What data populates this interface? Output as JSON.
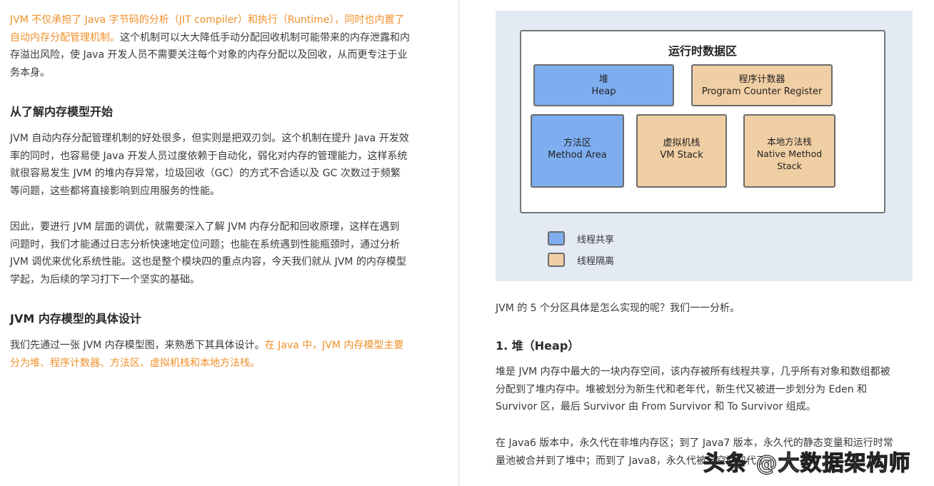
{
  "left": {
    "p1": [
      [
        {
          "t": "JVM 不仅承担了 Java 字节码的分析（JIT compiler）和执行（Runtime），同时也内置了",
          "hl": true
        }
      ],
      [
        {
          "t": "自动内存分配管理机制。",
          "hl": true
        },
        {
          "t": "这个机制可以大大降低手动分配回收机制可能带来的内存泄露和内"
        }
      ],
      [
        {
          "t": "存溢出风险，使 Java 开发人员不需要关注每个对象的内存分配以及回收，从而更专注于业"
        }
      ],
      [
        {
          "t": "务本身。"
        }
      ]
    ],
    "h1": "从了解内存模型开始",
    "p2": [
      [
        {
          "t": "JVM 自动内存分配管理机制的好处很多，但实则是把双刃剑。这个机制在提升 Java 开发效"
        }
      ],
      [
        {
          "t": "率的同时，也容易使 Java 开发人员过度依赖于自动化，弱化对内存的管理能力，这样系统"
        }
      ],
      [
        {
          "t": "就很容易发生 JVM 的堆内存异常，垃圾回收（GC）的方式不合适以及 GC 次数过于频繁"
        }
      ],
      [
        {
          "t": "等问题，这些都将直接影响到应用服务的性能。"
        }
      ]
    ],
    "p3": [
      [
        {
          "t": "因此，要进行 JVM 层面的调优，就需要深入了解 JVM 内存分配和回收原理，这样在遇到"
        }
      ],
      [
        {
          "t": "问题时，我们才能通过日志分析快速地定位问题；也能在系统遇到性能瓶颈时，通过分析"
        }
      ],
      [
        {
          "t": "JVM 调优来优化系统性能。这也是整个模块四的重点内容，今天我们就从 JVM 的内存模型"
        }
      ],
      [
        {
          "t": "学起，为后续的学习打下一个坚实的基础。"
        }
      ]
    ],
    "h2": "JVM 内存模型的具体设计",
    "p4": [
      [
        {
          "t": "我们先通过一张 JVM 内存模型图，来熟悉下其具体设计。"
        },
        {
          "t": "在 Java 中，JVM 内存模型主要",
          "hl": true
        }
      ],
      [
        {
          "t": "分为堆、程序计数器、方法区、虚拟机栈和本地方法栈。",
          "hl": true
        }
      ]
    ]
  },
  "diagram": {
    "title": "运行时数据区",
    "boxes": [
      {
        "zh": "堆",
        "en": "Heap"
      },
      {
        "zh": "程序计数器",
        "en": "Program Counter Register"
      },
      {
        "zh": "方法区",
        "en": "Method Area"
      },
      {
        "zh": "虚拟机栈",
        "en": "VM Stack"
      },
      {
        "zh": "本地方法栈",
        "en": "Native Method Stack"
      }
    ],
    "legend": [
      {
        "label": "线程共享",
        "color": "#7eaef0"
      },
      {
        "label": "线程隔离",
        "color": "#f1cfa4"
      }
    ]
  },
  "right": {
    "p1": [
      [
        {
          "t": "JVM 的 5 个分区具体是怎么实现的呢？我们一一分析。"
        }
      ]
    ],
    "h1": "1. 堆（Heap）",
    "p2": [
      [
        {
          "t": "堆是 JVM 内存中最大的一块内存空间，该内存被所有线程共享，几乎所有对象和数组都被"
        }
      ],
      [
        {
          "t": "分配到了堆内存中。堆被划分为新生代和老年代，新生代又被进一步划分为 Eden 和"
        }
      ],
      [
        {
          "t": "Survivor 区，最后 Survivor 由 From Survivor 和 To Survivor 组成。"
        }
      ]
    ],
    "p3": [
      [
        {
          "t": "在 Java6 版本中，永久代在非堆内存区；到了 Java7 版本，永久代的静态变量和运行时常"
        }
      ],
      [
        {
          "t": "量池被合并到了堆中；而到了 Java8，永久代被元空间取代了。"
        }
      ]
    ]
  },
  "watermark": "头条 @大数据架构师",
  "colors": {
    "highlight": "#f0902a",
    "shared": "#7eaef0",
    "isolated": "#f1cfa4"
  }
}
